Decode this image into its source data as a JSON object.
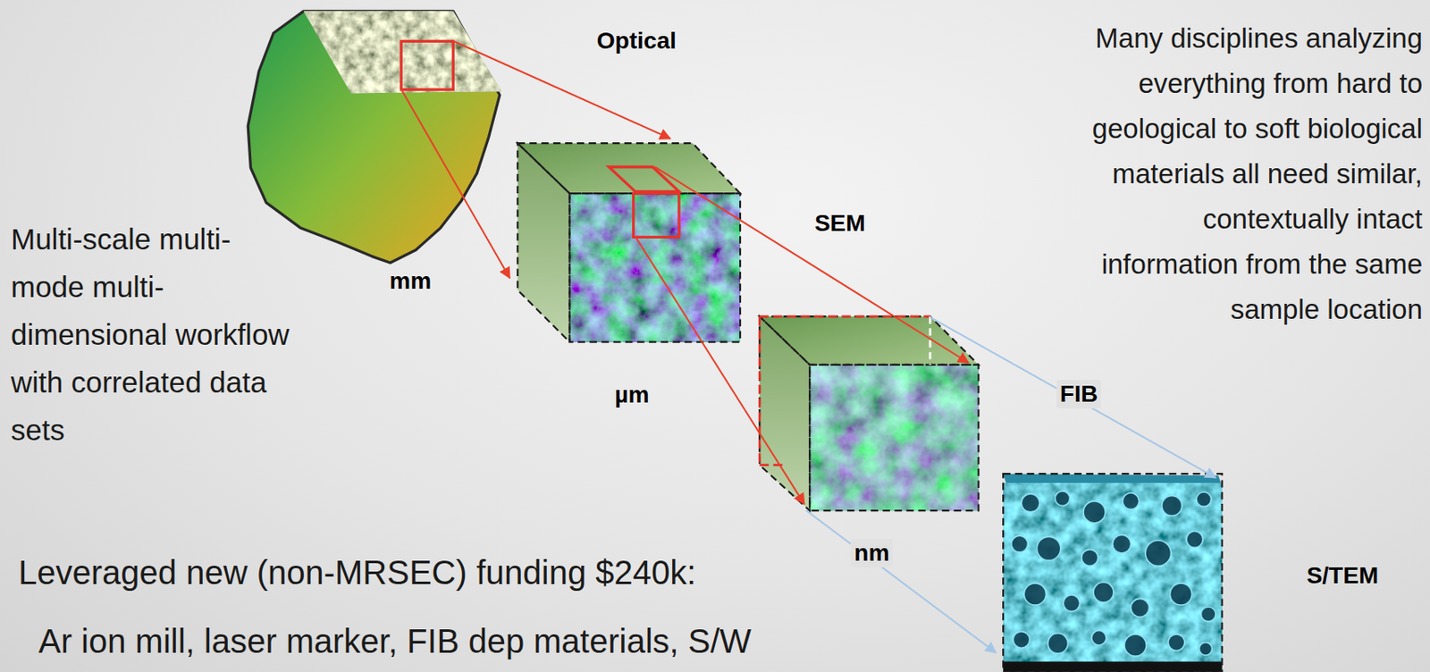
{
  "diagram": {
    "nodes": [
      {
        "text": [
          "Optical"
        ]
      },
      {
        "text": [
          "SEM"
        ]
      },
      {
        "text": [
          "FIB"
        ]
      },
      {
        "text": [
          "S/TEM"
        ]
      }
    ],
    "edges": [
      {
        "from": 0,
        "to": 1,
        "arrow": "to"
      },
      {
        "from": 0,
        "to": 1,
        "arrow": "to"
      },
      {
        "from": 1,
        "to": 2,
        "arrow": "to"
      },
      {
        "from": 1,
        "to": 2,
        "arrow": "to"
      },
      {
        "from": 2,
        "to": 3,
        "arrow": "to"
      },
      {
        "from": 2,
        "to": 3,
        "arrow": "to"
      }
    ],
    "labels": [
      "mm",
      "µm",
      "nm",
      "Multi-scale multi-mode multi-dimensional workflow with correlated data sets",
      "Many disciplines analyzing everything from hard to geological to soft biological materials all need similar, contextually intact information from the same sample location",
      "Leveraged new (non-MRSEC) funding $240k:",
      "Ar ion mill, laser marker, FIB dep materials, S/W"
    ]
  }
}
